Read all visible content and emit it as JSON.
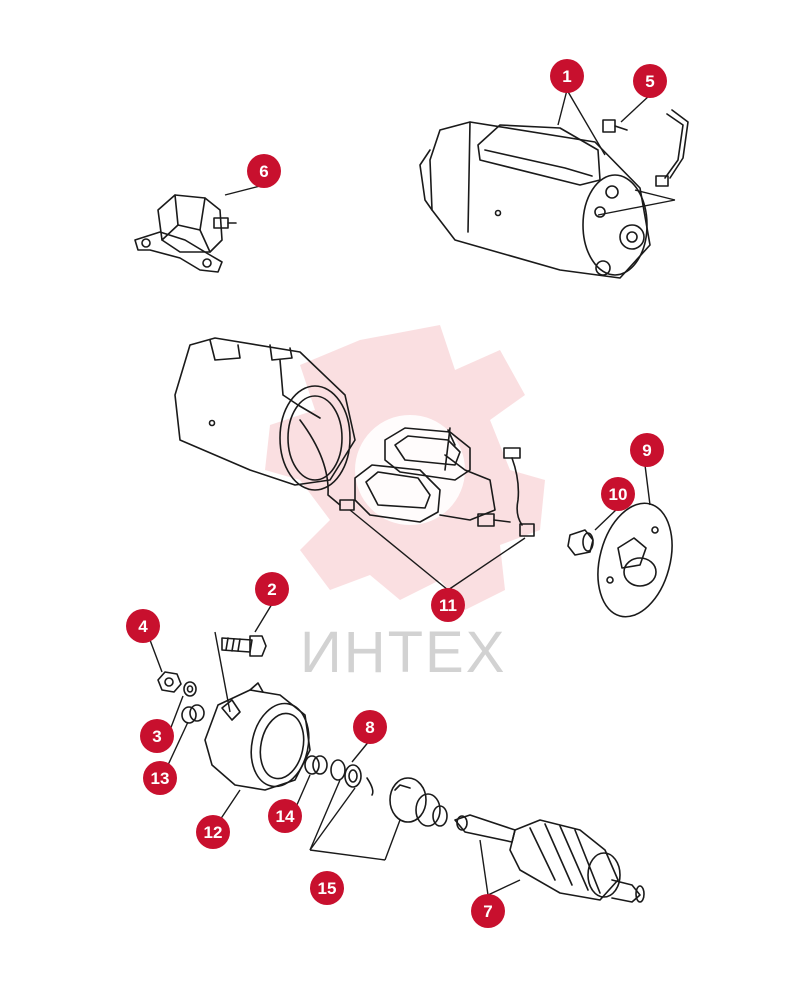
{
  "watermark": {
    "text": "ИНТЕХ",
    "color": "#c8102e"
  },
  "callout_color": "#c8102e",
  "callouts": [
    {
      "id": "1",
      "label": "1"
    },
    {
      "id": "2",
      "label": "2"
    },
    {
      "id": "3",
      "label": "3"
    },
    {
      "id": "4",
      "label": "4"
    },
    {
      "id": "5",
      "label": "5"
    },
    {
      "id": "6",
      "label": "6"
    },
    {
      "id": "7",
      "label": "7"
    },
    {
      "id": "8",
      "label": "8"
    },
    {
      "id": "9",
      "label": "9"
    },
    {
      "id": "10",
      "label": "10"
    },
    {
      "id": "11",
      "label": "11"
    },
    {
      "id": "12",
      "label": "12"
    },
    {
      "id": "13",
      "label": "13"
    },
    {
      "id": "14",
      "label": "14"
    },
    {
      "id": "15",
      "label": "15"
    }
  ]
}
